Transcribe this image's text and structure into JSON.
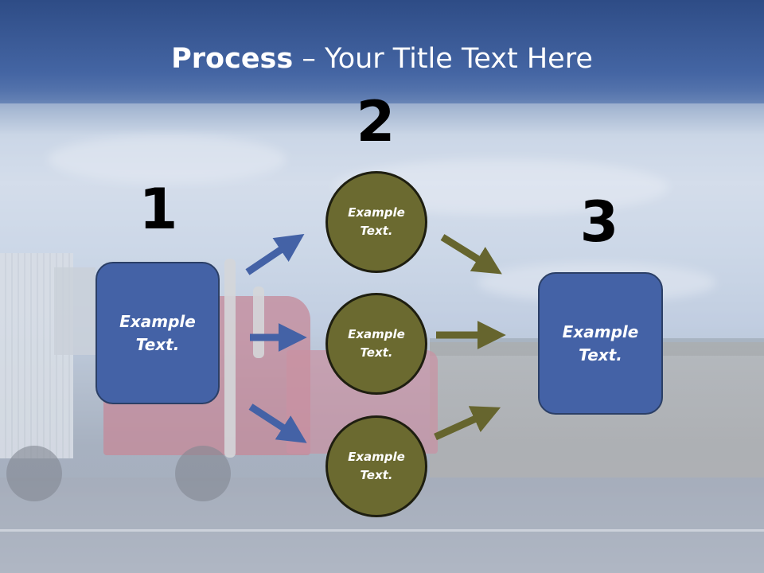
{
  "title": {
    "strong": "Process",
    "rest": " – Your Title Text Here"
  },
  "numbers": [
    "1",
    "2",
    "3"
  ],
  "left_box": {
    "text": "Example\nText."
  },
  "circles": [
    {
      "text": "Example\nText."
    },
    {
      "text": "Example\nText."
    },
    {
      "text": "Example\nText."
    }
  ],
  "right_box": {
    "text": "Example\nText."
  },
  "colors": {
    "title_band": "#3e5e9e",
    "box_fill": "#4462a6",
    "circle_fill": "#6b6a30",
    "blue_arrow": "#4462a6",
    "olive_arrow": "#66652e"
  }
}
